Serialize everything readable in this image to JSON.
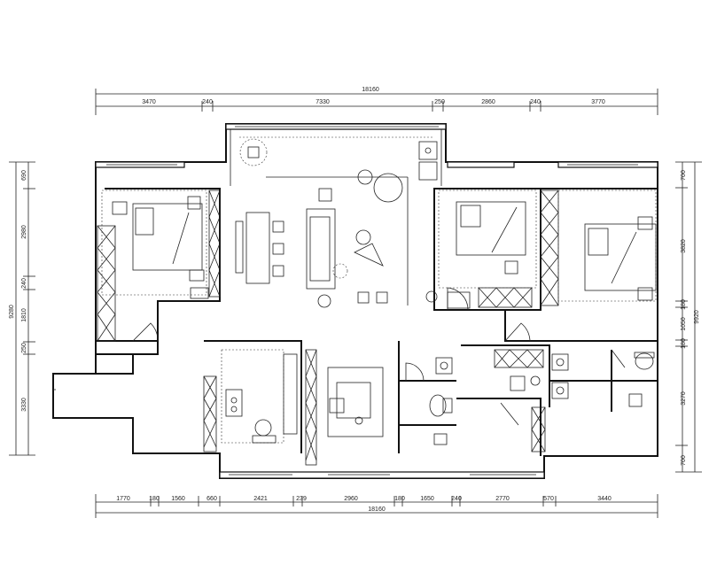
{
  "top_dimensions": {
    "total": "18160",
    "segments": [
      "3470",
      "240",
      "7330",
      "250",
      "2860",
      "240",
      "3770"
    ]
  },
  "bottom_dimensions": {
    "total": "18160",
    "segments": [
      "1770",
      "180",
      "1560",
      "660",
      "2421",
      "239",
      "2960",
      "180",
      "1650",
      "240",
      "2770",
      "570",
      "3440"
    ]
  },
  "left_dimensions": {
    "total": "9280",
    "segments": [
      "690",
      "2980",
      "240",
      "1810",
      "250",
      "3330"
    ]
  },
  "right_dimensions": {
    "total": "9920",
    "segments": [
      "700",
      "3820",
      "180",
      "1050",
      "180",
      "3270",
      "700"
    ]
  },
  "line_color": "#111111"
}
